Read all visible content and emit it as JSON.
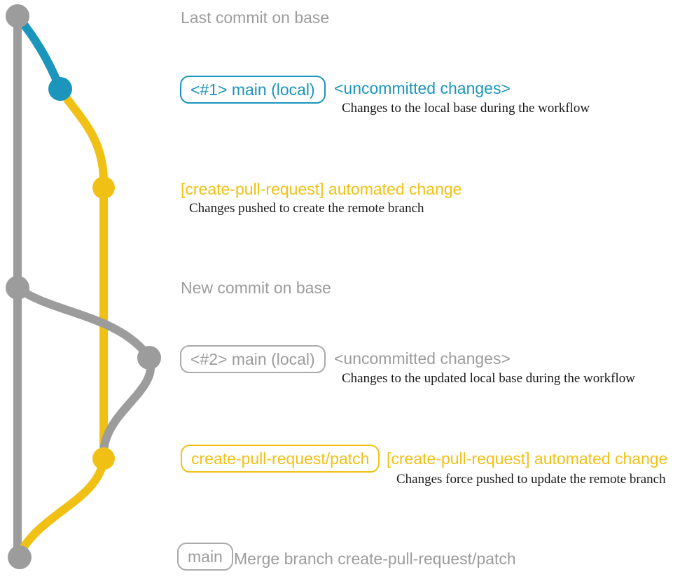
{
  "colors": {
    "gray": "#9C9C9C",
    "gray_border": "#ABABAB",
    "blue": "#1B95BB",
    "yellow": "#F0C114",
    "dark": "#1A1A1A",
    "background": "#FFFFFF"
  },
  "graph": {
    "branches": [
      "base",
      "main (local)",
      "create-pull-request/patch"
    ],
    "nodes": [
      {
        "id": "last-commit-on-base",
        "color": "gray"
      },
      {
        "id": "main-local-commit-1",
        "color": "blue"
      },
      {
        "id": "patch-branch-commit-1",
        "color": "yellow"
      },
      {
        "id": "new-commit-on-base",
        "color": "gray"
      },
      {
        "id": "main-local-commit-2",
        "color": "gray"
      },
      {
        "id": "patch-branch-commit-2",
        "color": "yellow"
      },
      {
        "id": "merge-commit",
        "color": "gray"
      }
    ]
  },
  "annotations": {
    "last_commit": "Last commit on base",
    "row1": {
      "badge": "<#1> main (local)",
      "status": "<uncommitted changes>",
      "desc": "Changes to the local base during the workflow"
    },
    "row2": {
      "label": "[create-pull-request] automated change",
      "desc": "Changes pushed to create the remote branch"
    },
    "new_commit": "New commit on base",
    "row3": {
      "badge": "<#2> main (local)",
      "status": "<uncommitted changes>",
      "desc": "Changes to the updated local base during the workflow"
    },
    "row4": {
      "badge": "create-pull-request/patch",
      "label": "[create-pull-request] automated change",
      "desc": "Changes force pushed to update the remote branch"
    },
    "row5": {
      "badge": "main",
      "label": "Merge branch create-pull-request/patch"
    }
  }
}
